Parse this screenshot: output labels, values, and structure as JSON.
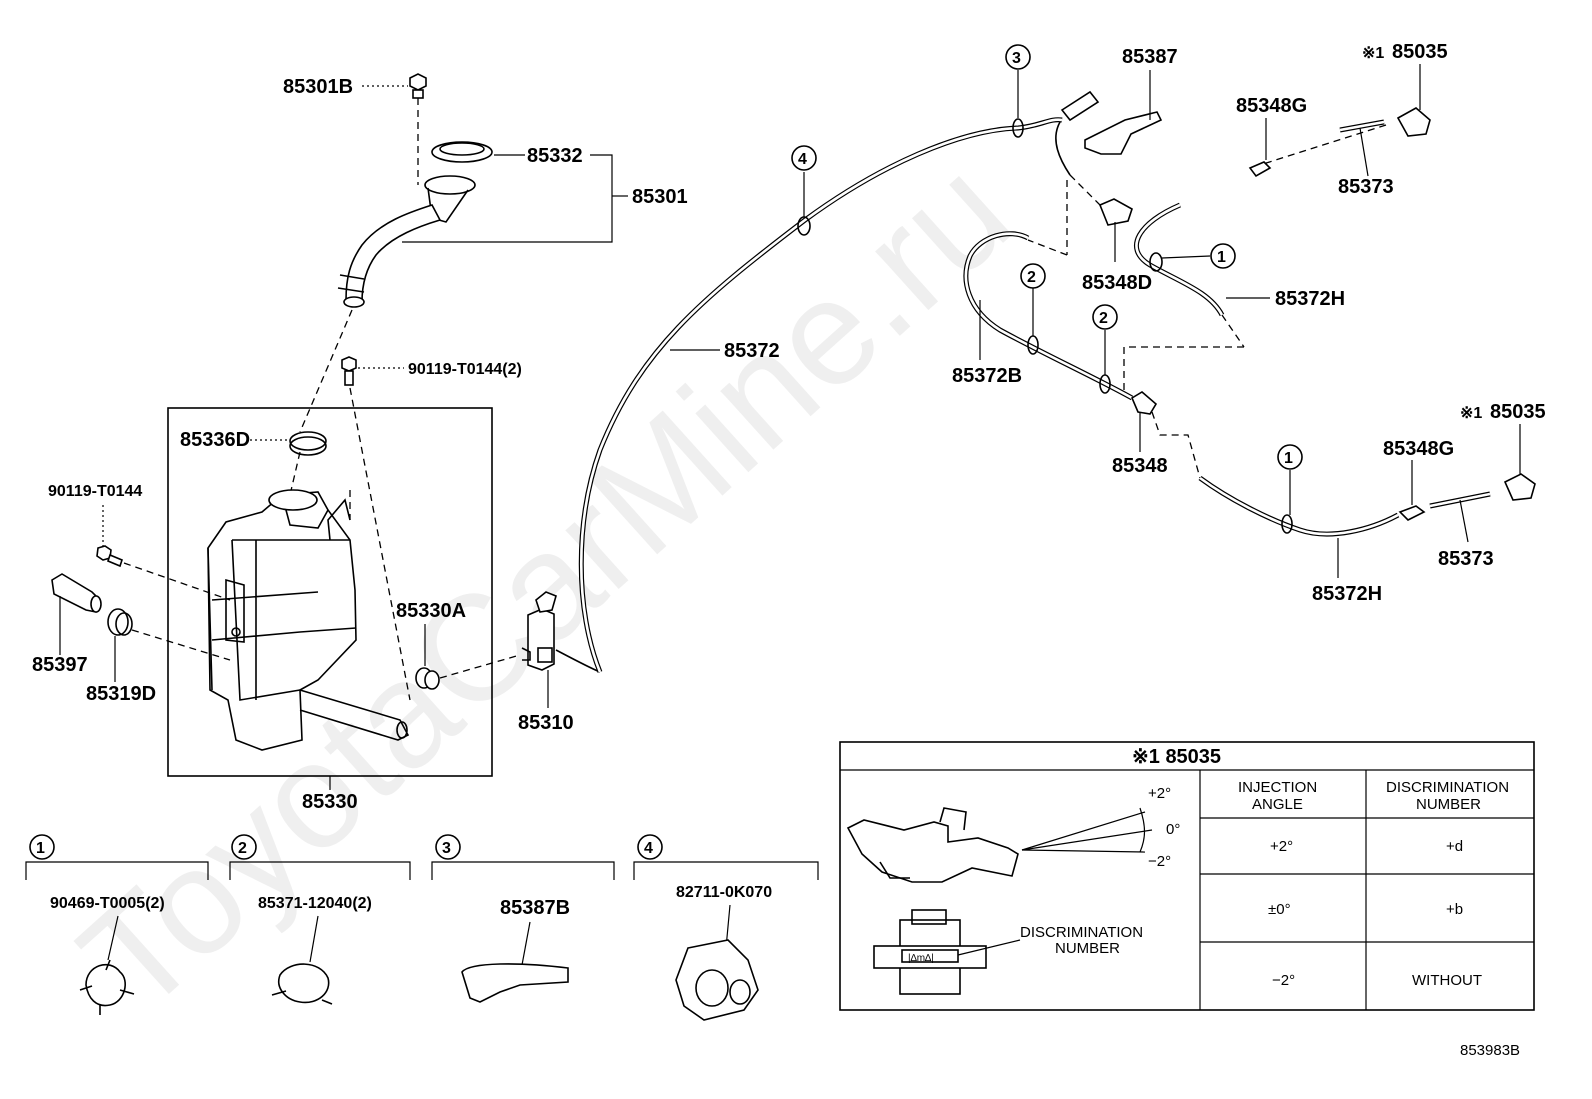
{
  "watermark": "ToyotaCarMine.ru",
  "diagram_code": "853983B",
  "parts": {
    "p85301B": "85301B",
    "p85332": "85332",
    "p85301": "85301",
    "p90119_T0144_2": "90119-T0144(2)",
    "p85336D": "85336D",
    "p90119_T0144": "90119-T0144",
    "p85397": "85397",
    "p85319D": "85319D",
    "p85330A": "85330A",
    "p85330": "85330",
    "p85310": "85310",
    "p85372": "85372",
    "p85387": "85387",
    "p85348D": "85348D",
    "p85348G_top": "85348G",
    "p85373_top": "85373",
    "p85035_top": "85035",
    "p85372H_top": "85372H",
    "p85372B": "85372B",
    "p85348": "85348",
    "p85035_mid": "85035",
    "p85348G_mid": "85348G",
    "p85373_mid": "85373",
    "p85372H_mid": "85372H"
  },
  "asterisk_mark": "※1",
  "callouts": {
    "c1": "1",
    "c2": "2",
    "c3": "3",
    "c4": "4"
  },
  "clip_sections": [
    {
      "num": "1",
      "part": "90469-T0005(2)"
    },
    {
      "num": "2",
      "part": "85371-12040(2)"
    },
    {
      "num": "3",
      "part": "85387B"
    },
    {
      "num": "4",
      "part": "82711-0K070"
    }
  ],
  "table": {
    "title": "※1 85035",
    "angle_labels": {
      "plus": "+2°",
      "zero": "0°",
      "minus": "−2°"
    },
    "discrimination_caption": [
      "DISCRIMINATION",
      "NUMBER"
    ],
    "header_angle": [
      "INJECTION",
      "ANGLE"
    ],
    "header_number": [
      "DISCRIMINATION",
      "NUMBER"
    ],
    "rows": [
      {
        "angle": "+2°",
        "number": "+d"
      },
      {
        "angle": "±0°",
        "number": "+b"
      },
      {
        "angle": "−2°",
        "number": "WITHOUT"
      }
    ]
  }
}
